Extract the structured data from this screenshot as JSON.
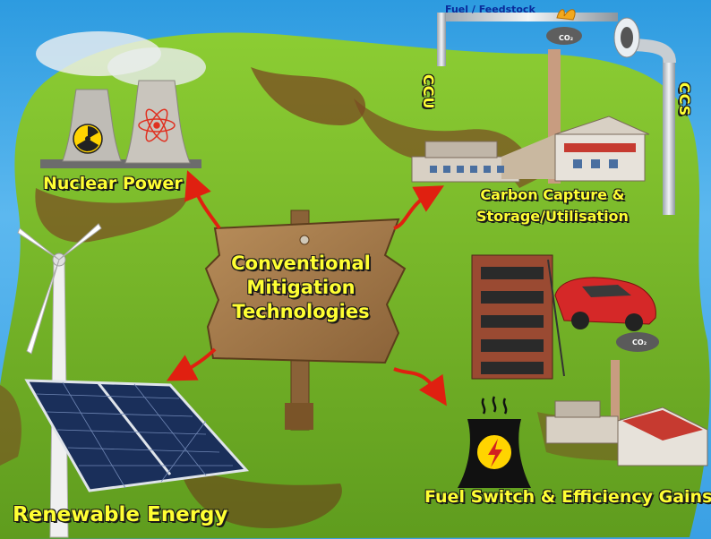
{
  "center_sign": {
    "lines": [
      "Conventional",
      "Mitigation",
      "Technologies"
    ]
  },
  "labels": {
    "nuclear": "Nuclear Power",
    "ccs_line1": "Carbon Capture &",
    "ccs_line2": "Storage/Utilisation",
    "renewable": "Renewable Energy",
    "fuel_switch": "Fuel Switch & Efficiency Gains",
    "ccu": "CCU",
    "ccs": "CCS",
    "feedstock": "Fuel / Feedstock",
    "co2_pipe": "CO₂",
    "co2_car": "CO₂"
  },
  "colors": {
    "label_text": "#ffff33",
    "sign_wood": "#a07848",
    "grass": "#79b82a",
    "sky": "#3aa0e4",
    "arrow": "#e02010"
  },
  "icons": [
    "nuclear-cooling-towers",
    "radiation-icon",
    "atom-icon",
    "factory-ccs",
    "pipe",
    "wind-turbine",
    "solar-panel",
    "brick-building",
    "red-car",
    "power-plant-bolt-icon",
    "factory-small"
  ]
}
